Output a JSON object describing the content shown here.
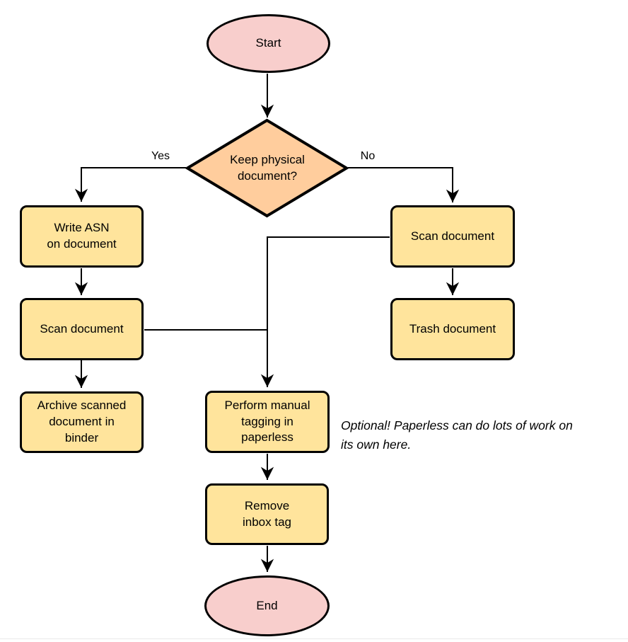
{
  "diagram": {
    "nodes": {
      "start": {
        "label": "Start",
        "shape": "terminator"
      },
      "decision": {
        "label": "Keep physical\ndocument?",
        "shape": "decision"
      },
      "write_asn": {
        "label": "Write ASN\non document",
        "shape": "process"
      },
      "scan_left": {
        "label": "Scan document",
        "shape": "process"
      },
      "archive": {
        "label": "Archive scanned\ndocument in\nbinder",
        "shape": "process"
      },
      "scan_right": {
        "label": "Scan document",
        "shape": "process"
      },
      "trash": {
        "label": "Trash document",
        "shape": "process"
      },
      "tagging": {
        "label": "Perform manual\ntagging in\npaperless",
        "shape": "process"
      },
      "remove_tag": {
        "label": "Remove\ninbox tag",
        "shape": "process"
      },
      "end": {
        "label": "End",
        "shape": "terminator"
      }
    },
    "edge_labels": {
      "yes": "Yes",
      "no": "No"
    },
    "note": "Optional! Paperless can do lots of work on\nits own here.",
    "colors": {
      "terminator_fill": "#f8cecc",
      "decision_fill": "#ffcd9d",
      "process_fill": "#ffe49c",
      "stroke": "#000000",
      "bottom_rule": "#e9e9e9"
    }
  }
}
